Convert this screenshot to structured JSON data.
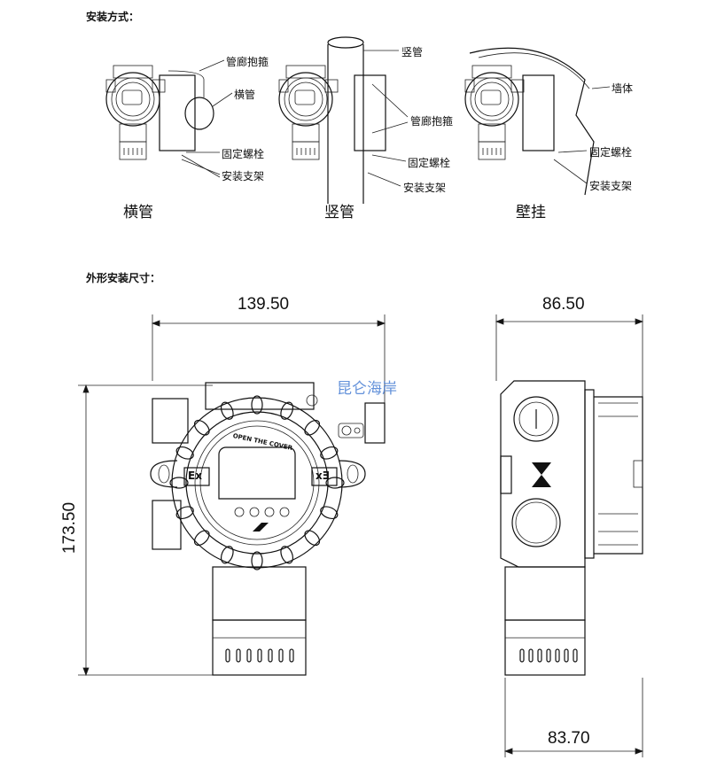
{
  "section1": {
    "title": "安装方式：",
    "methods": [
      {
        "caption": "横管",
        "labels": [
          "管廊抱箍",
          "横管",
          "固定螺栓",
          "安装支架"
        ]
      },
      {
        "caption": "竖管",
        "labels": [
          "竖管",
          "管廊抱箍",
          "固定螺栓",
          "安装支架"
        ]
      },
      {
        "caption": "壁挂",
        "labels": [
          "墙体",
          "固定螺栓",
          "安装支架"
        ]
      }
    ]
  },
  "section2": {
    "title": "外形安装尺寸：",
    "dims": {
      "front_width": "139.50",
      "height": "173.50",
      "side_width": "86.50",
      "bottom_width": "83.70"
    },
    "front": {
      "cover_text": "OPEN THE COVER",
      "ex_left": "Ex",
      "ex_right": "Ex"
    },
    "watermark": "昆仑海岸",
    "colors": {
      "watermark": "#4a7fd4",
      "line": "#111111"
    }
  }
}
